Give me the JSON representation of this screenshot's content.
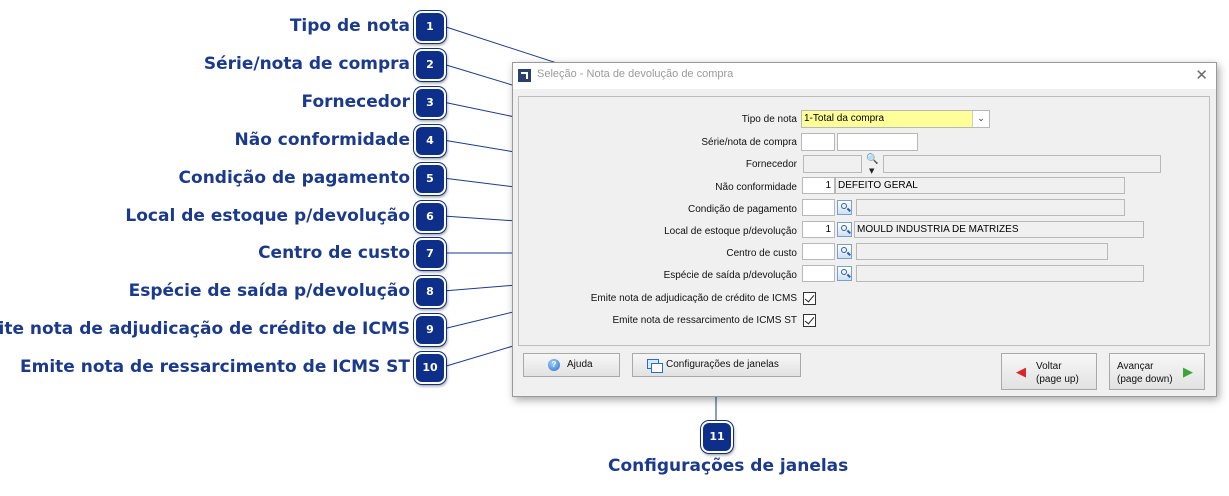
{
  "callouts": [
    {
      "number": "1",
      "label": "Tipo de nota"
    },
    {
      "number": "2",
      "label": "Série/nota de compra"
    },
    {
      "number": "3",
      "label": "Fornecedor"
    },
    {
      "number": "4",
      "label": "Não conformidade"
    },
    {
      "number": "5",
      "label": "Condição de pagamento"
    },
    {
      "number": "6",
      "label": "Local de estoque p/devolução"
    },
    {
      "number": "7",
      "label": "Centro de custo"
    },
    {
      "number": "8",
      "label": "Espécie de saída p/devolução"
    },
    {
      "number": "9",
      "label": "Emite nota de adjudicação de crédito de ICMS"
    },
    {
      "number": "10",
      "label": "Emite nota de ressarcimento de ICMS ST"
    },
    {
      "number": "11",
      "label": "Configurações de janelas"
    }
  ],
  "window": {
    "title": "Seleção - Nota de devolução de compra",
    "close_icon": "close-icon"
  },
  "form": {
    "tipo_nota": {
      "label": "Tipo de nota",
      "value": "1-Total da compra",
      "highlight": "#ffff99"
    },
    "serie_nota": {
      "label": "Série/nota de compra",
      "serie": "",
      "nota": ""
    },
    "fornecedor": {
      "label": "Fornecedor",
      "code": "",
      "name": ""
    },
    "nao_conformidade": {
      "label": "Não conformidade",
      "code": "1",
      "desc": "DEFEITO GERAL"
    },
    "condicao_pagamento": {
      "label": "Condição de pagamento",
      "code": "",
      "desc": ""
    },
    "local_estoque": {
      "label": "Local de estoque p/devolução",
      "code": "1",
      "desc": "MOULD INDUSTRIA DE MATRIZES"
    },
    "centro_custo": {
      "label": "Centro de custo",
      "code": "",
      "desc": ""
    },
    "especie_saida": {
      "label": "Espécie de saída p/devolução",
      "code": "",
      "desc": ""
    },
    "adjudicacao": {
      "label": "Emite nota de adjudicação de crédito de ICMS",
      "checked": true
    },
    "ressarcimento": {
      "label": "Emite nota de ressarcimento de ICMS ST",
      "checked": true
    }
  },
  "buttons": {
    "ajuda": "Ajuda",
    "config": "Configurações de janelas",
    "voltar": "Voltar",
    "voltar_sub": "(page up)",
    "avancar": "Avançar",
    "avancar_sub": "(page down)"
  },
  "colors": {
    "accent": "#0d2f8a",
    "label": "#1b3a8c"
  }
}
